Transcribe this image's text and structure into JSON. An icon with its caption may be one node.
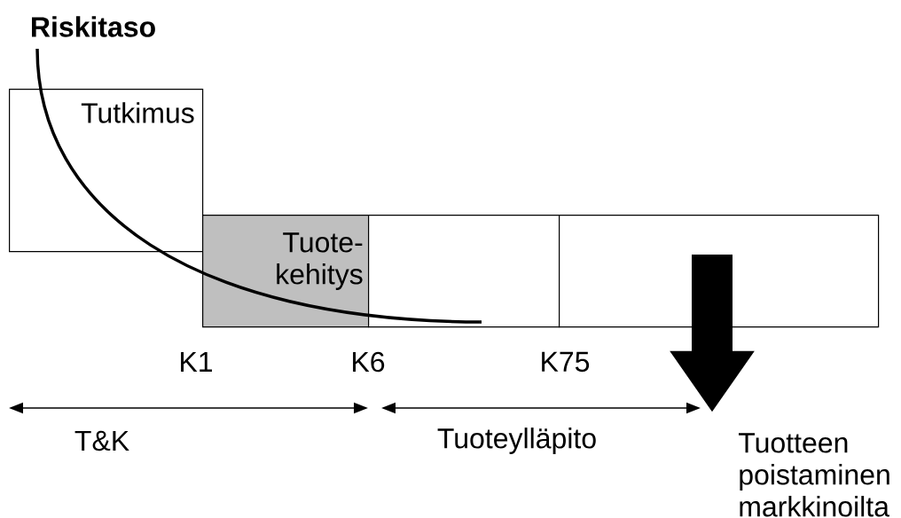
{
  "diagram": {
    "nodes": [
      {
        "text": [
          "Tutkimus"
        ]
      },
      {
        "text": [
          "Tuote- kehitys"
        ]
      },
      {
        "text": [],
        "shape": "box"
      },
      {
        "text": [],
        "shape": "box"
      },
      {
        "text": [
          "Tuotteen poistaminen markkinoilta"
        ]
      }
    ],
    "edges": [
      {
        "from": 3,
        "to": 4,
        "arrow": "to"
      }
    ],
    "labels": [
      "Riskitaso",
      "K1",
      "K6",
      "K75",
      "T&K",
      "Tuoteylläpito"
    ]
  }
}
